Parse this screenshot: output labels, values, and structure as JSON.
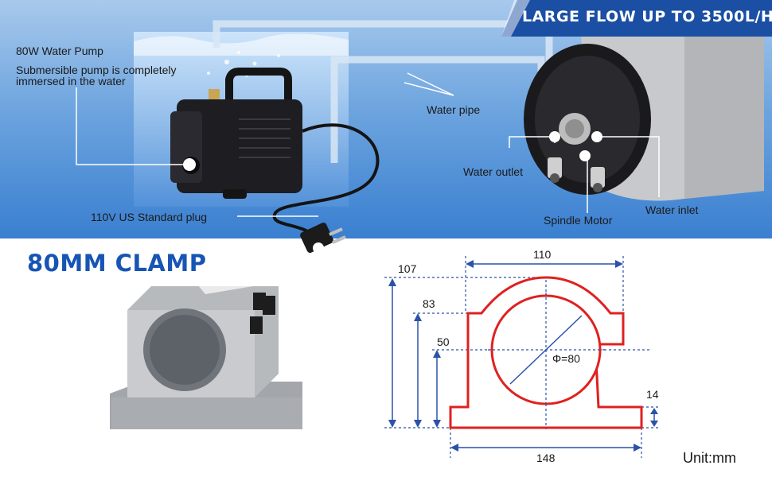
{
  "banner": {
    "title": "LARGE FLOW UP TO 3500L/H"
  },
  "pump": {
    "title": "80W Water Pump",
    "desc_line1": "Submersible pump is completely",
    "desc_line2": "immersed in the water",
    "plug": "110V US Standard plug"
  },
  "spindle": {
    "water_pipe": "Water pipe",
    "water_outlet": "Water outlet",
    "water_inlet": "Water inlet",
    "motor": "Spindle Motor"
  },
  "clamp": {
    "title": "80MM CLAMP"
  },
  "drawing": {
    "dim_top": "110",
    "dim_107": "107",
    "dim_83": "83",
    "dim_50": "50",
    "dim_14": "14",
    "dim_bottom": "148",
    "diameter": "Φ=80",
    "unit": "Unit:mm"
  },
  "colors": {
    "brand_blue": "#1655b4",
    "banner_bg": "#1a4fa3",
    "outline_red": "#e02020",
    "dim_blue": "#2a52a8"
  }
}
